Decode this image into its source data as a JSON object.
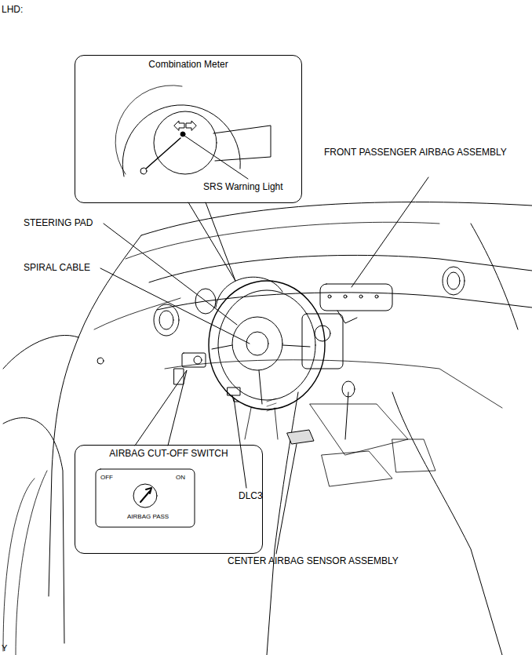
{
  "diagram": {
    "nodes": [
      {
        "text": [
          "Combination Meter",
          "SRS Warning Light"
        ]
      },
      {
        "text": [
          "AIRBAG CUT-OFF SWITCH",
          "OFF",
          "ON",
          "AIRBAG PASS"
        ]
      }
    ],
    "labels": [
      "LHD:",
      "FRONT PASSENGER AIRBAG ASSEMBLY",
      "STEERING PAD",
      "SPIRAL CABLE",
      "DLC3",
      "CENTER AIRBAG SENSOR ASSEMBLY",
      "Y"
    ]
  }
}
